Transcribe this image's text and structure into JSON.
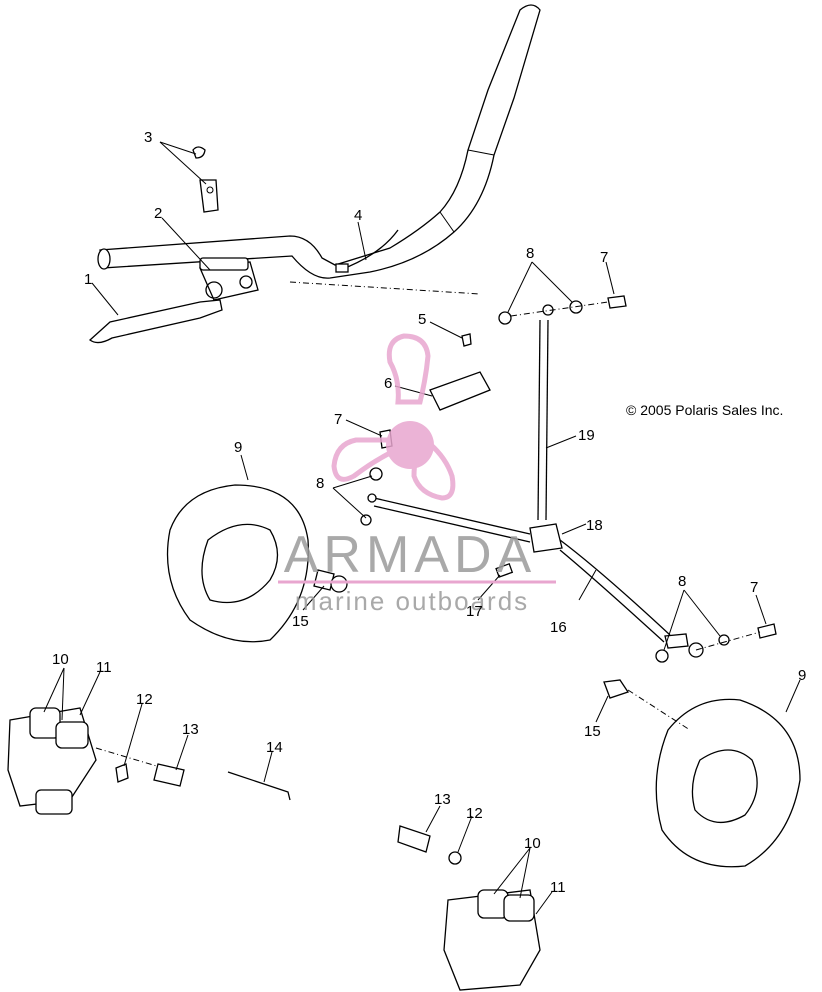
{
  "copyright": "© 2005 Polaris Sales Inc.",
  "watermark": {
    "brand": "ARMADA",
    "tagline": "marine outboards",
    "colors": {
      "pink": "#e8a6cf",
      "text": "#9b9b9b"
    }
  },
  "callouts": [
    "1",
    "2",
    "3",
    "4",
    "5",
    "6",
    "7",
    "7",
    "7",
    "8",
    "8",
    "8",
    "9",
    "9",
    "10",
    "10",
    "11",
    "11",
    "12",
    "12",
    "13",
    "13",
    "14",
    "15",
    "15",
    "16",
    "17",
    "18",
    "19"
  ]
}
